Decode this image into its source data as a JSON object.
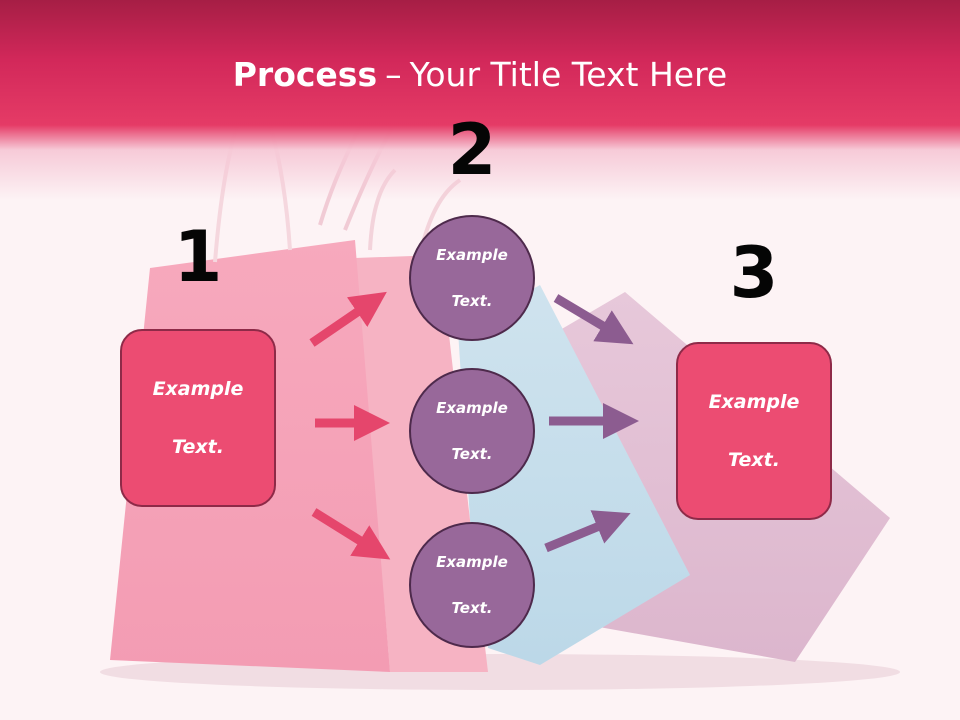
{
  "slide": {
    "title_bold": "Process",
    "title_dash": "–",
    "title_rest": "Your Title Text Here",
    "steps": [
      {
        "number": "1",
        "label_line1": "Example",
        "label_line2": "Text."
      },
      {
        "number": "2",
        "label_line1": "Example",
        "label_line2": "Text."
      },
      {
        "number": "3",
        "label_line1": "Example",
        "label_line2": "Text."
      }
    ],
    "circles": [
      {
        "label_line1": "Example",
        "label_line2": "Text."
      },
      {
        "label_line1": "Example",
        "label_line2": "Text."
      },
      {
        "label_line1": "Example",
        "label_line2": "Text."
      }
    ]
  },
  "colors": {
    "header": "#d2285a",
    "box_fill": "#ec4c72",
    "box_border": "#8e2a48",
    "circle_fill": "#98689a",
    "circle_border": "#4e2a4c",
    "arrow_pink": "#e5466c",
    "arrow_purple": "#8c5c90",
    "number_text": "#050505"
  }
}
